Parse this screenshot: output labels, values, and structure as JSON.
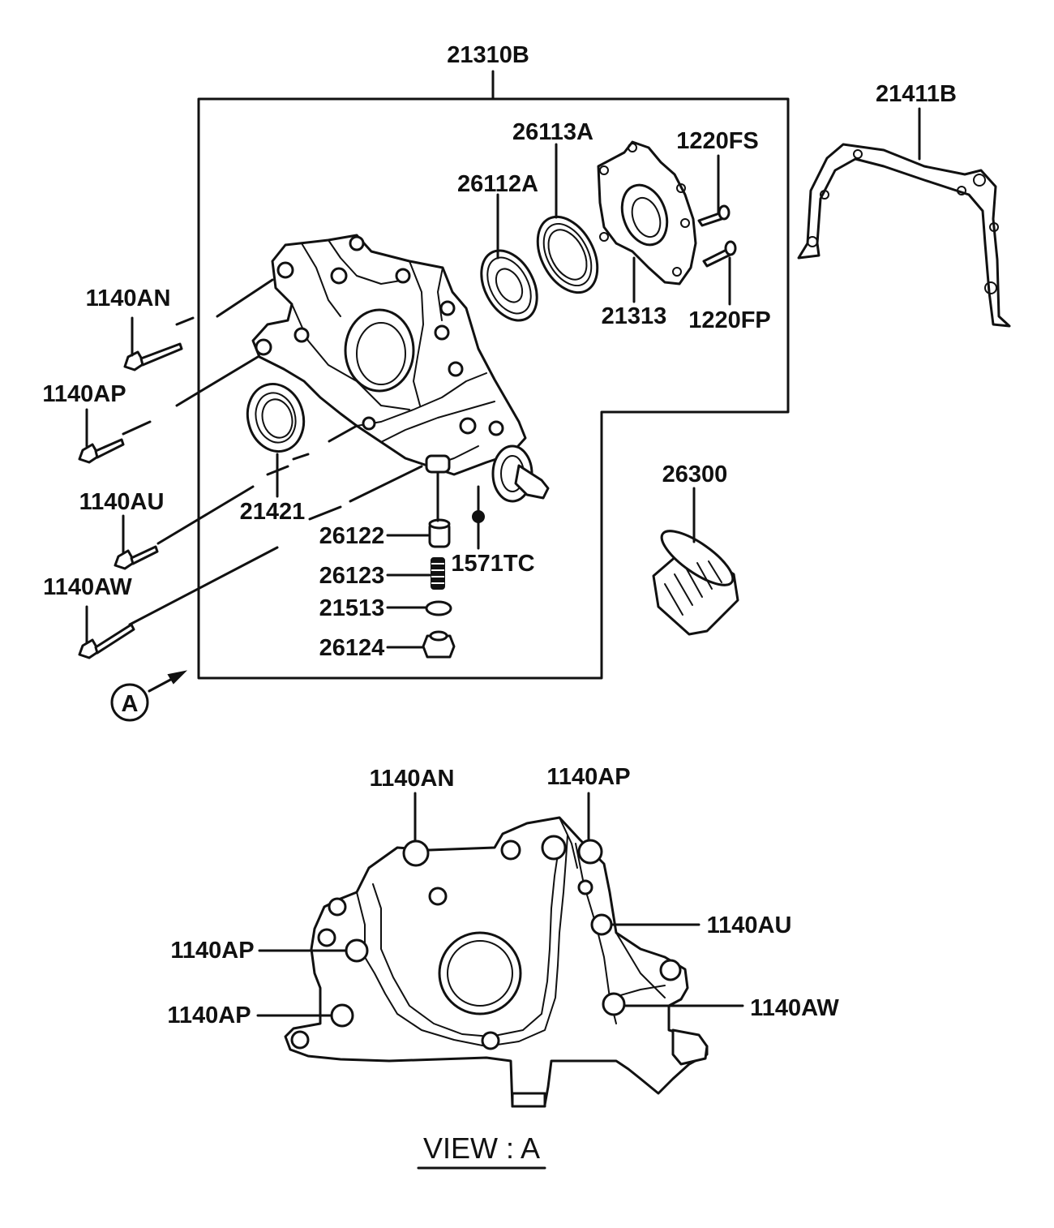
{
  "diagram": {
    "labels": {
      "assy": "21310B",
      "gear_outer": "26113A",
      "gear_inner": "26112A",
      "screw_top": "1220FS",
      "screw_bottom": "1220FP",
      "cover_plate": "21313",
      "gasket": "21411B",
      "bolt_an": "1140AN",
      "bolt_ap": "1140AP",
      "bolt_au": "1140AU",
      "bolt_aw": "1140AW",
      "oil_seal": "21421",
      "plunger": "26122",
      "spring": "26123",
      "washer": "21513",
      "plug": "26124",
      "pin": "1571TC",
      "filter": "26300",
      "view_marker": "A"
    },
    "view_a": {
      "title": "VIEW : A",
      "labels": {
        "an": "1140AN",
        "ap_top": "1140AP",
        "au": "1140AU",
        "ap_left_upper": "1140AP",
        "ap_left_lower": "1140AP",
        "aw": "1140AW"
      }
    }
  }
}
